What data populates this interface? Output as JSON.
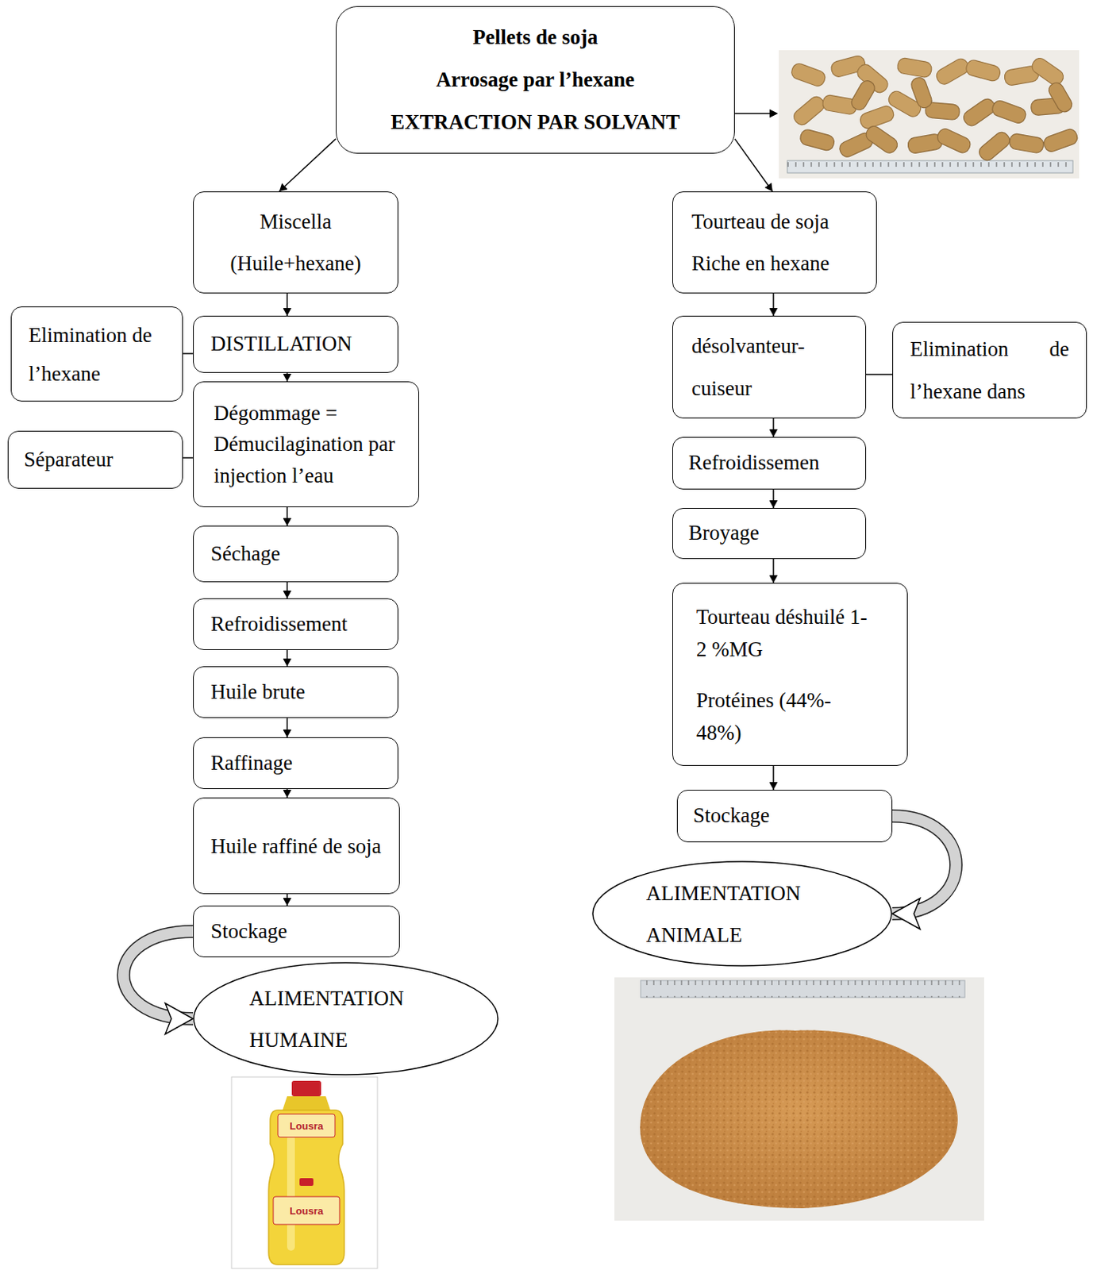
{
  "diagram": {
    "nodes": [
      {
        "text": [
          "Pellets de soja",
          "Arrosage par l’hexane",
          "EXTRACTION PAR SOLVANT"
        ]
      },
      {
        "text": [
          "Miscella",
          "(Huile+hexane)"
        ]
      },
      {
        "text": [
          "Elimination de l’hexane"
        ]
      },
      {
        "text": [
          "DISTILLATION"
        ]
      },
      {
        "text": [
          "Dégommage = Démucilagination par injection l’eau"
        ]
      },
      {
        "text": [
          "Séparateur"
        ]
      },
      {
        "text": [
          "Séchage"
        ]
      },
      {
        "text": [
          "Refroidissement"
        ]
      },
      {
        "text": [
          "Huile brute"
        ]
      },
      {
        "text": [
          "Raffinage"
        ]
      },
      {
        "text": [
          "Huile raffiné de soja"
        ]
      },
      {
        "text": [
          "Stockage"
        ]
      },
      {
        "text": [
          "ALIMENTATION HUMAINE"
        ]
      },
      {
        "text": [
          "Tourteau de soja",
          "Riche en hexane"
        ]
      },
      {
        "text": [
          "désolvanteur- cuiseur"
        ]
      },
      {
        "text": [
          "Elimination de l’hexane dans"
        ]
      },
      {
        "text": [
          "Refroidissemen"
        ]
      },
      {
        "text": [
          "Broyage"
        ]
      },
      {
        "text": [
          "Tourteau déshuilé 1-2 %MG",
          "Protéines (44%- 48%)"
        ]
      },
      {
        "text": [
          "Stockage"
        ]
      },
      {
        "text": [
          "ALIMENTATION ANIMALE"
        ]
      }
    ],
    "edges": [
      {
        "from": 0,
        "to": 1,
        "arrow": "to"
      },
      {
        "from": 0,
        "to": 13,
        "arrow": "to"
      },
      {
        "from": 1,
        "to": 3,
        "arrow": "to"
      },
      {
        "from": 3,
        "to": 4,
        "arrow": "to"
      },
      {
        "from": 4,
        "to": 6,
        "arrow": "to"
      },
      {
        "from": 6,
        "to": 7,
        "arrow": "to"
      },
      {
        "from": 7,
        "to": 8,
        "arrow": "to"
      },
      {
        "from": 8,
        "to": 9,
        "arrow": "to"
      },
      {
        "from": 9,
        "to": 10,
        "arrow": "to"
      },
      {
        "from": 10,
        "to": 11,
        "arrow": "to"
      },
      {
        "from": 11,
        "to": 12,
        "arrow": "to"
      },
      {
        "from": 2,
        "to": 3,
        "arrow": "none"
      },
      {
        "from": 5,
        "to": 4,
        "arrow": "none"
      },
      {
        "from": 13,
        "to": 14,
        "arrow": "to"
      },
      {
        "from": 14,
        "to": 16,
        "arrow": "to"
      },
      {
        "from": 16,
        "to": 17,
        "arrow": "to"
      },
      {
        "from": 17,
        "to": 18,
        "arrow": "to"
      },
      {
        "from": 18,
        "to": 19,
        "arrow": "to"
      },
      {
        "from": 19,
        "to": 20,
        "arrow": "to"
      },
      {
        "from": 14,
        "to": 15,
        "arrow": "none"
      }
    ],
    "labels": [
      "Lousra",
      "Lousra"
    ]
  }
}
